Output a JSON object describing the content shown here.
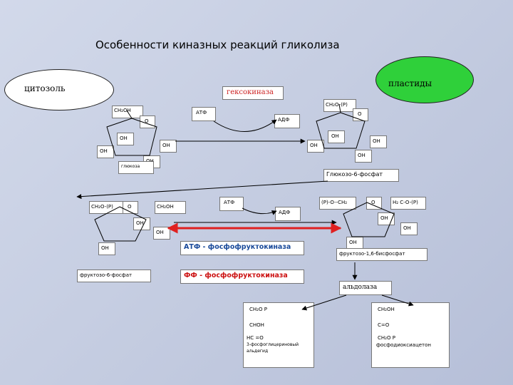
{
  "title": "Особенности  киназных  реакций гликолиза",
  "compartments": {
    "cytosol": "цитозоль",
    "plastids": "пластиды"
  },
  "colors": {
    "cytosol_fill": "#ffffff",
    "plastids_fill": "#2fd03a",
    "hexokinase_text": "#cc2222",
    "pfk_atp_text": "#1a4a9a",
    "pfk_pp_text": "#cc1111",
    "red_arrow": "#e02020"
  },
  "hexokinase": {
    "enzyme": "гексокиназа",
    "atp": "АТФ",
    "adp": "АДФ",
    "glucose": {
      "ch2oh": "CH₂OH",
      "o": "O",
      "oh1": "OH",
      "oh2": "OH",
      "oh3": "OH",
      "oh4": "OH",
      "name": "глюкоза"
    },
    "g6p": {
      "ch2op": "CH₂O-(P)",
      "o": "O",
      "oh1": "OH",
      "oh2": "OH",
      "oh3": "OH",
      "oh4": "OH",
      "name": "Глюкозо-6-фосфат"
    }
  },
  "pfk": {
    "atp": "АТФ",
    "adp": "АДФ",
    "f6p": {
      "ch2op": "CH₂O-(P)",
      "o": "O",
      "ch2oh": "CH₂OH",
      "oh1": "OH",
      "oh2": "OH",
      "oh3": "OH",
      "name": "фруктозо-6-фосфат"
    },
    "f16bp": {
      "left": "(P)-O--CH₂",
      "o": "O",
      "right": "H₂ C-O-(P)",
      "oh1": "OH",
      "oh2": "OH",
      "oh3": "OH",
      "name": "фруктозо-1,6-бисфосфат"
    },
    "atp_enzyme": "АТФ -  фосфофруктокиназа",
    "pp_enzyme": "ФФ -  фосфофруктокиназа"
  },
  "aldolase": {
    "enzyme": "альдолаза",
    "gap": {
      "l1": "CH₂O P",
      "l2": "CHOH",
      "l3": "HC =O",
      "name1": "3-фосфоглицериновый",
      "name2": "альдегид"
    },
    "dhap": {
      "l1": "CH₂OH",
      "l2": "C=O",
      "l3": "CH₂O  P",
      "name": "фосфодиоксиацетон"
    }
  }
}
